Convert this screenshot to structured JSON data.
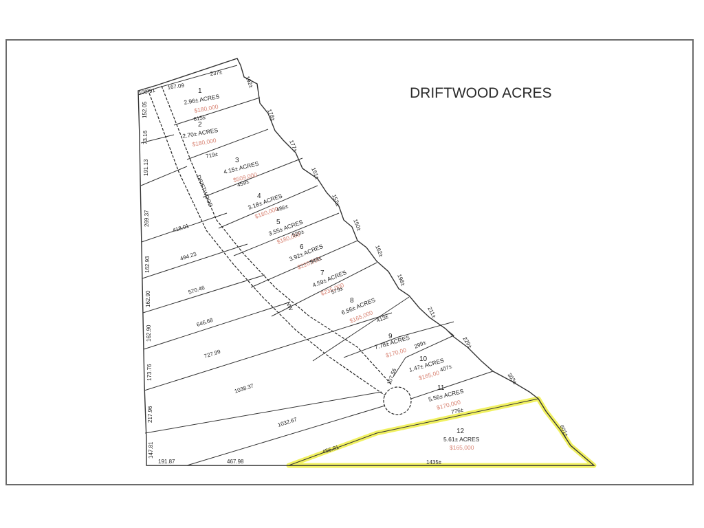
{
  "title": "DRIFTWOOD ACRES",
  "road": {
    "name_line1": "DRIFTWOOD",
    "name_line2": "NW",
    "cul_de_sac_dim": "107.56"
  },
  "highlight_color": "#f0f050",
  "price_color": "#d98474",
  "lots": [
    {
      "number": "1",
      "acres": "2.96± ACRES",
      "price": "$180,000"
    },
    {
      "number": "2",
      "acres": "2.70± ACRES",
      "price": "$180,000"
    },
    {
      "number": "3",
      "acres": "4.15± ACRES",
      "price": "$509,000"
    },
    {
      "number": "4",
      "acres": "3.18± ACRES",
      "price": "$180,000"
    },
    {
      "number": "5",
      "acres": "3.55± ACRES",
      "price": "$180,000"
    },
    {
      "number": "6",
      "acres": "3.92± ACRES",
      "price": "$220,000"
    },
    {
      "number": "7",
      "acres": "4.59± ACRES",
      "price": "$235,000"
    },
    {
      "number": "8",
      "acres": "6.56± ACRES",
      "price": "$165,000"
    },
    {
      "number": "9",
      "acres": "7.78± ACRES",
      "price": "$170,00"
    },
    {
      "number": "10",
      "acres": "1.47± ACRES",
      "price": "$165,00"
    },
    {
      "number": "11",
      "acres": "5.56± ACRES",
      "price": "$170,000"
    },
    {
      "number": "12",
      "acres": "5.61± ACRES",
      "price": "$165,000",
      "highlighted": true
    }
  ],
  "west_side_dims": [
    "152.05",
    "73.16",
    "191.13",
    "269.37",
    "162.93",
    "162.90",
    "162.90",
    "173.76",
    "217.96",
    "147.81"
  ],
  "interior_lot_line_dims": [
    "615±",
    "719±",
    "459±",
    "486±",
    "520±",
    "543±",
    "579±",
    "413±",
    "299±",
    "407±",
    "776±"
  ],
  "west_parcel_line_dims": [
    "418.01",
    "494.23",
    "570.46",
    "646.68",
    "727.99",
    "1038.37",
    "1032.67"
  ],
  "east_side_dims": [
    "192±",
    "178±",
    "177±",
    "151±",
    "152±",
    "150±",
    "162±",
    "198±",
    "211±",
    "229±",
    "303±",
    "601±"
  ],
  "top_dims": [
    "109.91",
    "167.09",
    "237±"
  ],
  "bottom_dims": [
    "191.87",
    "467.98",
    "456.01",
    "1435±"
  ]
}
